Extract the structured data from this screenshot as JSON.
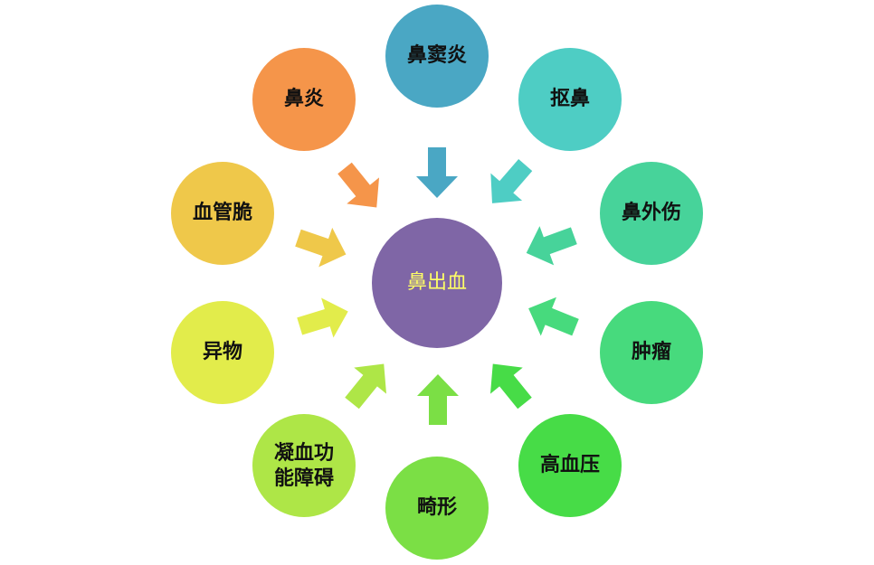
{
  "center": {
    "label": "鼻出血",
    "color": "#7f66a6"
  },
  "causes": [
    {
      "label": "鼻窦炎",
      "color": "#4aa7c4",
      "arrow_color": "#4aa7c4"
    },
    {
      "label": "抠鼻",
      "color": "#4ecdc4",
      "arrow_color": "#4ecdc4"
    },
    {
      "label": "鼻外伤",
      "color": "#47d39a",
      "arrow_color": "#47d39a"
    },
    {
      "label": "肿瘤",
      "color": "#47da7d",
      "arrow_color": "#47da7d"
    },
    {
      "label": "高血压",
      "color": "#47dc47",
      "arrow_color": "#47dc47"
    },
    {
      "label": "畸形",
      "color": "#7bdf45",
      "arrow_color": "#7bdf45"
    },
    {
      "label": "凝血功能障碍",
      "label_lines": [
        "凝血功",
        "能障碍"
      ],
      "color": "#aee647",
      "arrow_color": "#aee647"
    },
    {
      "label": "异物",
      "color": "#e2ec4b",
      "arrow_color": "#e2ec4b"
    },
    {
      "label": "血管脆",
      "color": "#efc84a",
      "arrow_color": "#efc84a"
    },
    {
      "label": "鼻炎",
      "color": "#f5954a",
      "arrow_color": "#f5954a"
    }
  ]
}
